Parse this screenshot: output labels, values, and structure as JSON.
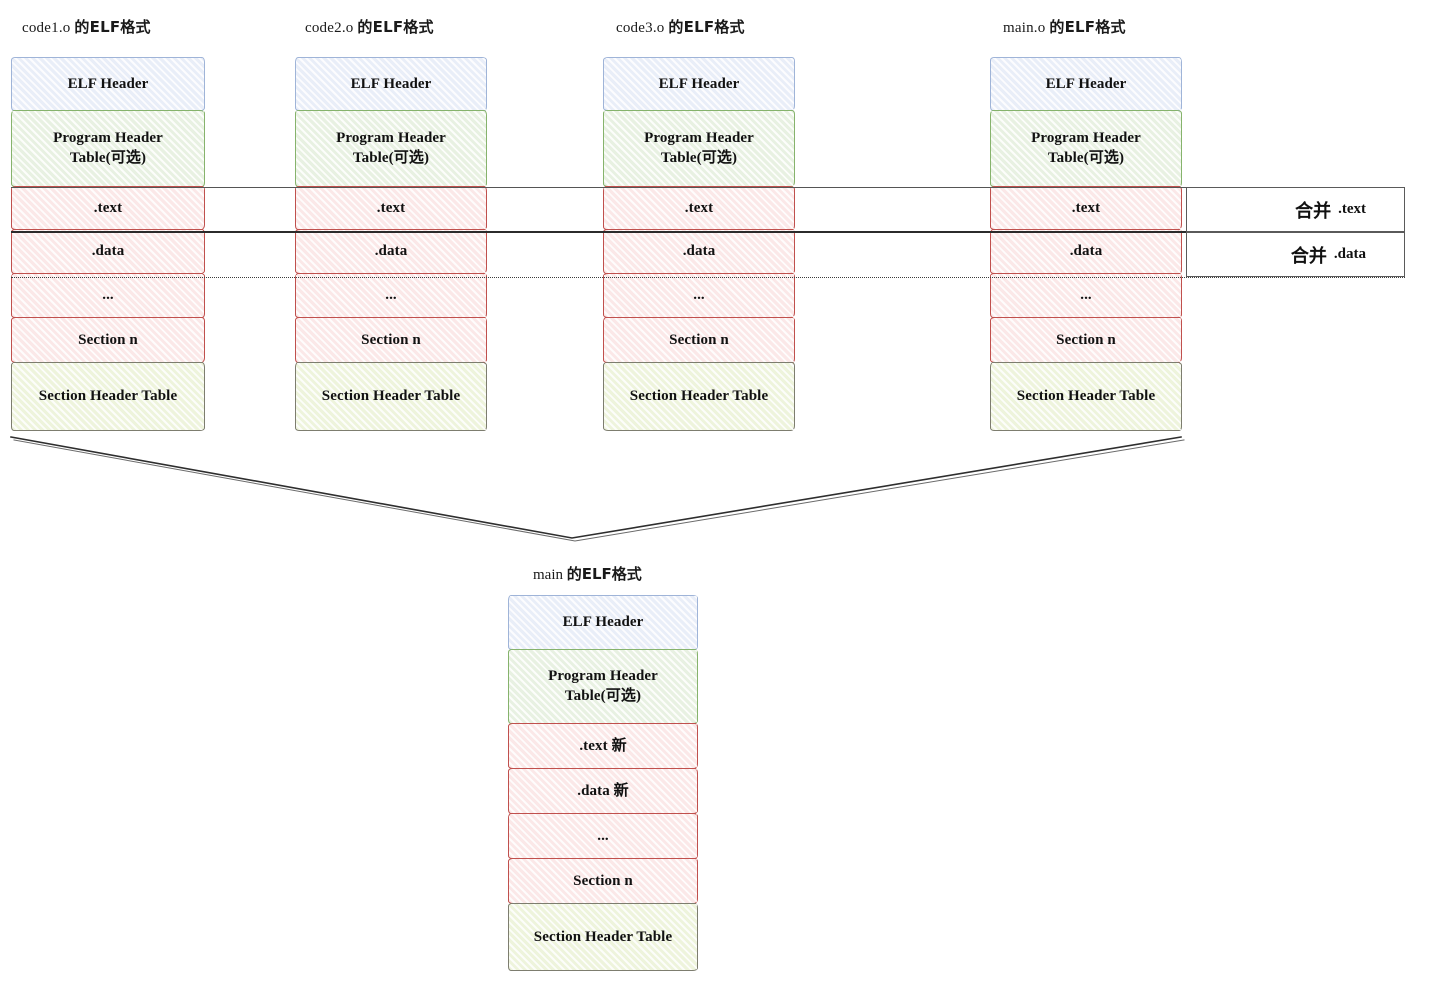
{
  "diagram": {
    "title_suffix_cjk": "的ELF格式",
    "columns": [
      {
        "id": "code1",
        "name_en": "code1.o",
        "title_cjk": "的ELF格式",
        "rows": [
          {
            "label": "ELF Header",
            "cjk": "",
            "kind": "blue"
          },
          {
            "label": "Program Header",
            "label2": "Table(",
            "cjk": "可选",
            "label3": ")",
            "kind": "green"
          },
          {
            "label": ".text",
            "cjk": "",
            "kind": "red"
          },
          {
            "label": ".data",
            "cjk": "",
            "kind": "red"
          },
          {
            "label": "...",
            "cjk": "",
            "kind": "red"
          },
          {
            "label": "Section n",
            "cjk": "",
            "kind": "red"
          },
          {
            "label": "Section Header Table",
            "cjk": "",
            "kind": "olive"
          }
        ]
      },
      {
        "id": "code2",
        "name_en": "code2.o",
        "title_cjk": "的ELF格式",
        "rows": [
          {
            "label": "ELF Header",
            "cjk": "",
            "kind": "blue"
          },
          {
            "label": "Program Header",
            "label2": "Table(",
            "cjk": "可选",
            "label3": ")",
            "kind": "green"
          },
          {
            "label": ".text",
            "cjk": "",
            "kind": "red"
          },
          {
            "label": ".data",
            "cjk": "",
            "kind": "red"
          },
          {
            "label": "...",
            "cjk": "",
            "kind": "red"
          },
          {
            "label": "Section n",
            "cjk": "",
            "kind": "red"
          },
          {
            "label": "Section Header Table",
            "cjk": "",
            "kind": "olive"
          }
        ]
      },
      {
        "id": "code3",
        "name_en": "code3.o",
        "title_cjk": "的ELF格式",
        "rows": [
          {
            "label": "ELF Header",
            "cjk": "",
            "kind": "blue"
          },
          {
            "label": "Program Header",
            "label2": "Table(",
            "cjk": "可选",
            "label3": ")",
            "kind": "green"
          },
          {
            "label": ".text",
            "cjk": "",
            "kind": "red"
          },
          {
            "label": ".data",
            "cjk": "",
            "kind": "red"
          },
          {
            "label": "...",
            "cjk": "",
            "kind": "red"
          },
          {
            "label": "Section n",
            "cjk": "",
            "kind": "red"
          },
          {
            "label": "Section Header Table",
            "cjk": "",
            "kind": "olive"
          }
        ]
      },
      {
        "id": "maino",
        "name_en": "main.o",
        "title_cjk": "的ELF格式",
        "rows": [
          {
            "label": "ELF Header",
            "cjk": "",
            "kind": "blue"
          },
          {
            "label": "Program Header",
            "label2": "Table(",
            "cjk": "可选",
            "label3": ")",
            "kind": "green"
          },
          {
            "label": ".text",
            "cjk": "",
            "kind": "red"
          },
          {
            "label": ".data",
            "cjk": "",
            "kind": "red"
          },
          {
            "label": "...",
            "cjk": "",
            "kind": "red"
          },
          {
            "label": "Section n",
            "cjk": "",
            "kind": "red"
          },
          {
            "label": "Section Header Table",
            "cjk": "",
            "kind": "olive"
          }
        ]
      }
    ],
    "merge_labels": [
      {
        "cjk": "合并",
        "en": ".text"
      },
      {
        "cjk": "合并",
        "en": ".data"
      }
    ],
    "output": {
      "name_en": "main",
      "title_cjk": "的ELF格式",
      "rows": [
        {
          "label": "ELF Header",
          "cjk": "",
          "kind": "blue"
        },
        {
          "label": "Program Header",
          "label2": "Table(",
          "cjk": "可选",
          "label3": ")",
          "kind": "green"
        },
        {
          "label": ".text",
          "cjk": "新",
          "kind": "red"
        },
        {
          "label": ".data",
          "cjk": "新",
          "kind": "red"
        },
        {
          "label": "...",
          "cjk": "",
          "kind": "red"
        },
        {
          "label": "Section n",
          "cjk": "",
          "kind": "red"
        },
        {
          "label": "Section Header Table",
          "cjk": "",
          "kind": "olive"
        }
      ]
    },
    "colors": {
      "blue_fill": "#e9eef8",
      "blue_stroke": "#9fb4d8",
      "green_fill": "#e8f1e2",
      "green_stroke": "#86b36c",
      "red_fill": "#fbe8e8",
      "red_stroke": "#c0504d",
      "olive_fill": "#eef4dc",
      "olive_stroke": "#7d7d6f",
      "line": "#3a3a3a",
      "background": "#ffffff"
    }
  }
}
